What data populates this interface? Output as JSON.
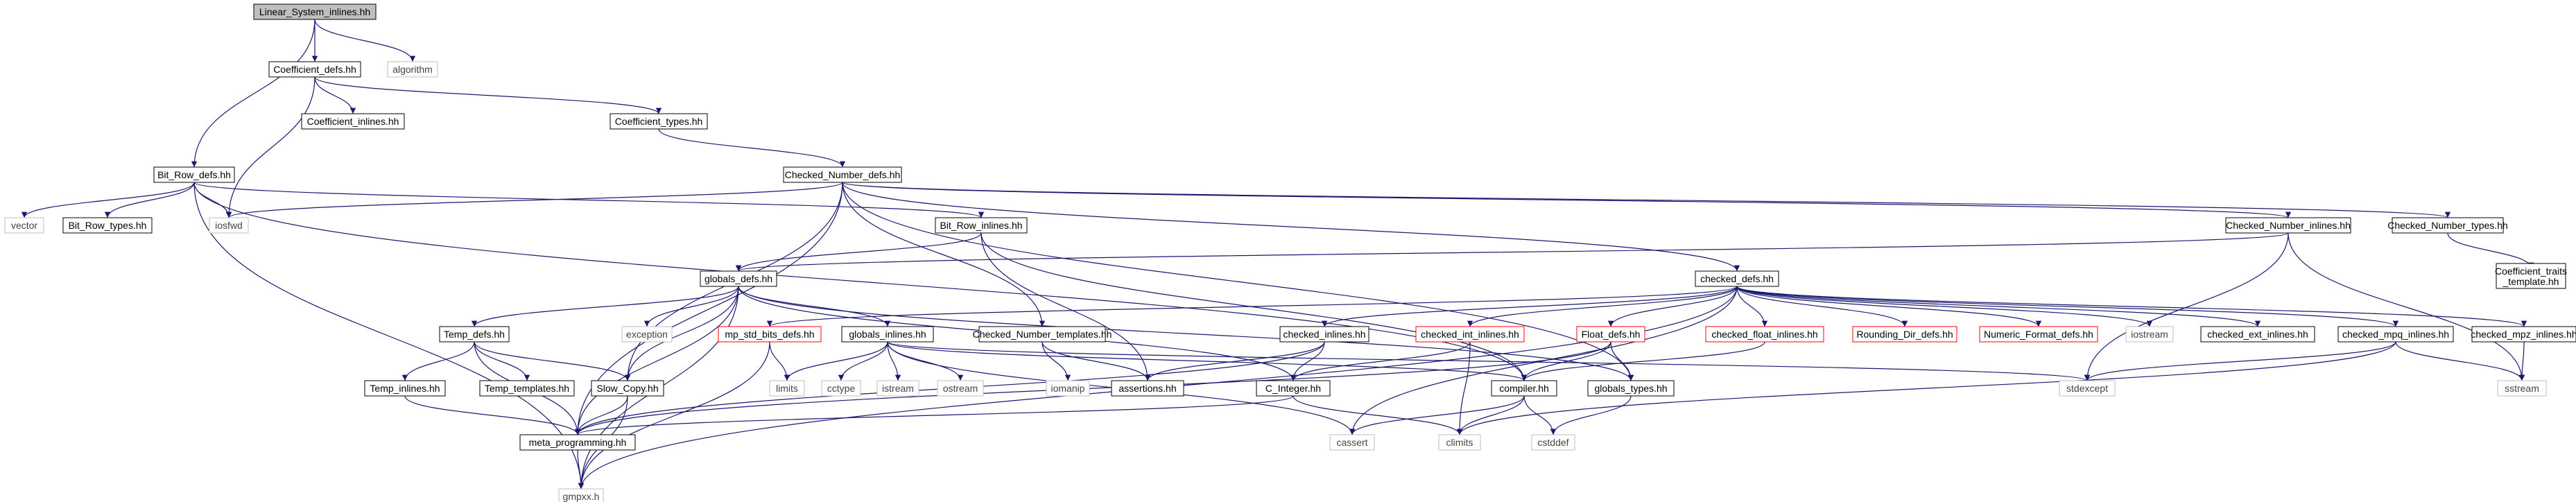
{
  "diagram": {
    "root": "Linear_System_inlines.hh",
    "colors": {
      "root_fill": "#bfbfbf",
      "node_border": "#000000",
      "node_border_red": "#ff0000",
      "node_border_gray": "#bfbfbf",
      "edge": "#191970"
    },
    "nodes": [
      {
        "id": "linear_system_inlines",
        "label": "Linear_System_inlines.hh",
        "style": "root"
      },
      {
        "id": "coefficient_defs",
        "label": "Coefficient_defs.hh",
        "style": "normal"
      },
      {
        "id": "algorithm",
        "label": "algorithm",
        "style": "gray"
      },
      {
        "id": "coefficient_inlines",
        "label": "Coefficient_inlines.hh",
        "style": "normal"
      },
      {
        "id": "coefficient_types",
        "label": "Coefficient_types.hh",
        "style": "normal"
      },
      {
        "id": "checked_number_defs",
        "label": "Checked_Number_defs.hh",
        "style": "normal"
      },
      {
        "id": "bit_row_defs",
        "label": "Bit_Row_defs.hh",
        "style": "normal"
      },
      {
        "id": "vector",
        "label": "vector",
        "style": "gray"
      },
      {
        "id": "bit_row_types",
        "label": "Bit_Row_types.hh",
        "style": "normal"
      },
      {
        "id": "iosfwd",
        "label": "iosfwd",
        "style": "gray"
      },
      {
        "id": "bit_row_inlines",
        "label": "Bit_Row_inlines.hh",
        "style": "normal"
      },
      {
        "id": "checked_number_inlines",
        "label": "Checked_Number_inlines.hh",
        "style": "normal"
      },
      {
        "id": "checked_number_types",
        "label": "Checked_Number_types.hh",
        "style": "normal"
      },
      {
        "id": "coefficient_traits_template",
        "label": "Coefficient_traits_template.hh",
        "style": "normal"
      },
      {
        "id": "globals_defs",
        "label": "globals_defs.hh",
        "style": "normal"
      },
      {
        "id": "checked_defs",
        "label": "checked_defs.hh",
        "style": "normal"
      },
      {
        "id": "temp_defs",
        "label": "Temp_defs.hh",
        "style": "normal"
      },
      {
        "id": "exception",
        "label": "exception",
        "style": "gray"
      },
      {
        "id": "mp_std_bits_defs",
        "label": "mp_std_bits_defs.hh",
        "style": "red"
      },
      {
        "id": "globals_inlines",
        "label": "globals_inlines.hh",
        "style": "normal"
      },
      {
        "id": "checked_number_templates",
        "label": "Checked_Number_templates.hh",
        "style": "normal"
      },
      {
        "id": "checked_inlines",
        "label": "checked_inlines.hh",
        "style": "normal"
      },
      {
        "id": "checked_int_inlines",
        "label": "checked_int_inlines.hh",
        "style": "red"
      },
      {
        "id": "float_defs",
        "label": "Float_defs.hh",
        "style": "red"
      },
      {
        "id": "checked_float_inlines",
        "label": "checked_float_inlines.hh",
        "style": "red"
      },
      {
        "id": "rounding_dir_defs",
        "label": "Rounding_Dir_defs.hh",
        "style": "red"
      },
      {
        "id": "numeric_format_defs",
        "label": "Numeric_Format_defs.hh",
        "style": "red"
      },
      {
        "id": "iostream",
        "label": "iostream",
        "style": "gray"
      },
      {
        "id": "checked_ext_inlines",
        "label": "checked_ext_inlines.hh",
        "style": "normal"
      },
      {
        "id": "checked_mpq_inlines",
        "label": "checked_mpq_inlines.hh",
        "style": "normal"
      },
      {
        "id": "checked_mpz_inlines",
        "label": "checked_mpz_inlines.hh",
        "style": "normal"
      },
      {
        "id": "temp_inlines",
        "label": "Temp_inlines.hh",
        "style": "normal"
      },
      {
        "id": "temp_templates",
        "label": "Temp_templates.hh",
        "style": "normal"
      },
      {
        "id": "slow_copy",
        "label": "Slow_Copy.hh",
        "style": "normal"
      },
      {
        "id": "limits",
        "label": "limits",
        "style": "gray"
      },
      {
        "id": "cctype",
        "label": "cctype",
        "style": "gray"
      },
      {
        "id": "istream",
        "label": "istream",
        "style": "gray"
      },
      {
        "id": "ostream",
        "label": "ostream",
        "style": "gray"
      },
      {
        "id": "iomanip",
        "label": "iomanip",
        "style": "gray"
      },
      {
        "id": "assertions",
        "label": "assertions.hh",
        "style": "normal"
      },
      {
        "id": "c_integer",
        "label": "C_Integer.hh",
        "style": "normal"
      },
      {
        "id": "compiler",
        "label": "compiler.hh",
        "style": "normal"
      },
      {
        "id": "globals_types",
        "label": "globals_types.hh",
        "style": "normal"
      },
      {
        "id": "stdexcept",
        "label": "stdexcept",
        "style": "gray"
      },
      {
        "id": "sstream",
        "label": "sstream",
        "style": "gray"
      },
      {
        "id": "meta_programming",
        "label": "meta_programming.hh",
        "style": "normal"
      },
      {
        "id": "cassert",
        "label": "cassert",
        "style": "gray"
      },
      {
        "id": "climits",
        "label": "climits",
        "style": "gray"
      },
      {
        "id": "cstddef",
        "label": "cstddef",
        "style": "gray"
      },
      {
        "id": "gmpxx",
        "label": "gmpxx.h",
        "style": "gray"
      }
    ],
    "edges": [
      [
        "linear_system_inlines",
        "coefficient_defs"
      ],
      [
        "linear_system_inlines",
        "algorithm"
      ],
      [
        "linear_system_inlines",
        "bit_row_defs"
      ],
      [
        "coefficient_defs",
        "coefficient_inlines"
      ],
      [
        "coefficient_defs",
        "coefficient_types"
      ],
      [
        "coefficient_defs",
        "iosfwd"
      ],
      [
        "coefficient_types",
        "checked_number_defs"
      ],
      [
        "checked_number_defs",
        "iosfwd"
      ],
      [
        "checked_number_defs",
        "checked_number_inlines"
      ],
      [
        "checked_number_defs",
        "checked_number_types"
      ],
      [
        "checked_number_defs",
        "checked_defs"
      ],
      [
        "checked_number_defs",
        "checked_number_templates"
      ],
      [
        "checked_number_defs",
        "slow_copy"
      ],
      [
        "checked_number_defs",
        "meta_programming"
      ],
      [
        "checked_number_defs",
        "globals_types"
      ],
      [
        "bit_row_defs",
        "vector"
      ],
      [
        "bit_row_defs",
        "bit_row_types"
      ],
      [
        "bit_row_defs",
        "iosfwd"
      ],
      [
        "bit_row_defs",
        "bit_row_inlines"
      ],
      [
        "bit_row_defs",
        "gmpxx"
      ],
      [
        "bit_row_defs",
        "compiler"
      ],
      [
        "bit_row_inlines",
        "globals_defs"
      ],
      [
        "bit_row_inlines",
        "assertions"
      ],
      [
        "bit_row_inlines",
        "compiler"
      ],
      [
        "checked_number_inlines",
        "globals_defs"
      ],
      [
        "checked_number_inlines",
        "stdexcept"
      ],
      [
        "checked_number_inlines",
        "sstream"
      ],
      [
        "checked_number_types",
        "coefficient_traits_template"
      ],
      [
        "globals_defs",
        "temp_defs"
      ],
      [
        "globals_defs",
        "exception"
      ],
      [
        "globals_defs",
        "globals_inlines"
      ],
      [
        "globals_defs",
        "slow_copy"
      ],
      [
        "globals_defs",
        "c_integer"
      ],
      [
        "globals_defs",
        "globals_types"
      ],
      [
        "globals_defs",
        "meta_programming"
      ],
      [
        "globals_defs",
        "gmpxx"
      ],
      [
        "checked_defs",
        "mp_std_bits_defs"
      ],
      [
        "checked_defs",
        "checked_inlines"
      ],
      [
        "checked_defs",
        "checked_int_inlines"
      ],
      [
        "checked_defs",
        "float_defs"
      ],
      [
        "checked_defs",
        "checked_float_inlines"
      ],
      [
        "checked_defs",
        "rounding_dir_defs"
      ],
      [
        "checked_defs",
        "numeric_format_defs"
      ],
      [
        "checked_defs",
        "iostream"
      ],
      [
        "checked_defs",
        "checked_ext_inlines"
      ],
      [
        "checked_defs",
        "checked_mpq_inlines"
      ],
      [
        "checked_defs",
        "checked_mpz_inlines"
      ],
      [
        "checked_defs",
        "cassert"
      ],
      [
        "checked_defs",
        "gmpxx"
      ],
      [
        "checked_number_templates",
        "iomanip"
      ],
      [
        "checked_number_templates",
        "assertions"
      ],
      [
        "temp_defs",
        "temp_inlines"
      ],
      [
        "temp_defs",
        "temp_templates"
      ],
      [
        "temp_defs",
        "slow_copy"
      ],
      [
        "temp_defs",
        "meta_programming"
      ],
      [
        "temp_inlines",
        "meta_programming"
      ],
      [
        "slow_copy",
        "meta_programming"
      ],
      [
        "slow_copy",
        "gmpxx"
      ],
      [
        "mp_std_bits_defs",
        "limits"
      ],
      [
        "mp_std_bits_defs",
        "gmpxx"
      ],
      [
        "globals_inlines",
        "limits"
      ],
      [
        "globals_inlines",
        "cctype"
      ],
      [
        "globals_inlines",
        "istream"
      ],
      [
        "globals_inlines",
        "ostream"
      ],
      [
        "globals_inlines",
        "cassert"
      ],
      [
        "globals_inlines",
        "compiler"
      ],
      [
        "globals_inlines",
        "stdexcept"
      ],
      [
        "checked_inlines",
        "c_integer"
      ],
      [
        "checked_inlines",
        "assertions"
      ],
      [
        "checked_inlines",
        "meta_programming"
      ],
      [
        "checked_int_inlines",
        "c_integer"
      ],
      [
        "checked_int_inlines",
        "climits"
      ],
      [
        "float_defs",
        "compiler"
      ],
      [
        "float_defs",
        "globals_types"
      ],
      [
        "float_defs",
        "meta_programming"
      ],
      [
        "checked_float_inlines",
        "compiler"
      ],
      [
        "checked_mpq_inlines",
        "stdexcept"
      ],
      [
        "checked_mpq_inlines",
        "sstream"
      ],
      [
        "checked_mpq_inlines",
        "climits"
      ],
      [
        "checked_mpz_inlines",
        "sstream"
      ],
      [
        "c_integer",
        "meta_programming"
      ],
      [
        "c_integer",
        "climits"
      ],
      [
        "compiler",
        "cassert"
      ],
      [
        "compiler",
        "climits"
      ],
      [
        "compiler",
        "cstddef"
      ],
      [
        "globals_types",
        "cstddef"
      ],
      [
        "meta_programming",
        "gmpxx"
      ]
    ]
  }
}
